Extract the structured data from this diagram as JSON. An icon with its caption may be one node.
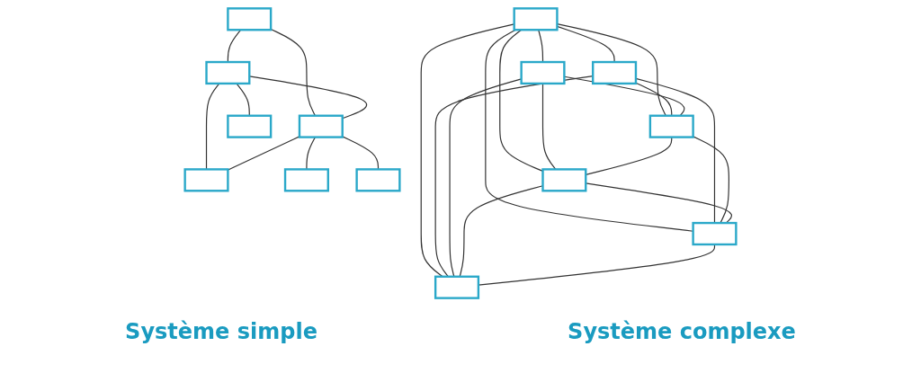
{
  "diagram": {
    "nodes": [
      {
        "text": [],
        "shape": "box"
      },
      {
        "text": [],
        "shape": "box"
      },
      {
        "text": [],
        "shape": "box"
      },
      {
        "text": [],
        "shape": "box"
      },
      {
        "text": [],
        "shape": "box"
      },
      {
        "text": [],
        "shape": "box"
      },
      {
        "text": [],
        "shape": "box"
      },
      {
        "text": [],
        "shape": "box"
      },
      {
        "text": [],
        "shape": "box"
      },
      {
        "text": [],
        "shape": "box"
      },
      {
        "text": [],
        "shape": "box"
      },
      {
        "text": [],
        "shape": "box"
      },
      {
        "text": [],
        "shape": "box"
      },
      {
        "text": [],
        "shape": "box"
      }
    ],
    "edges": [
      {
        "from": 0,
        "to": 1,
        "arrow": "none"
      },
      {
        "from": 0,
        "to": 2,
        "arrow": "none"
      },
      {
        "from": 1,
        "to": 2,
        "arrow": "none"
      },
      {
        "from": 1,
        "to": 3,
        "arrow": "none"
      },
      {
        "from": 1,
        "to": 4,
        "arrow": "none"
      },
      {
        "from": 2,
        "to": 4,
        "arrow": "none"
      },
      {
        "from": 2,
        "to": 5,
        "arrow": "none"
      },
      {
        "from": 2,
        "to": 6,
        "arrow": "none"
      },
      {
        "from": 7,
        "to": 8,
        "arrow": "none"
      },
      {
        "from": 7,
        "to": 12,
        "arrow": "none"
      },
      {
        "from": 7,
        "to": 13,
        "arrow": "none"
      },
      {
        "from": 7,
        "to": 9,
        "arrow": "none"
      },
      {
        "from": 7,
        "to": 11,
        "arrow": "none"
      },
      {
        "from": 7,
        "to": 10,
        "arrow": "none"
      },
      {
        "from": 8,
        "to": 10,
        "arrow": "none"
      },
      {
        "from": 8,
        "to": 12,
        "arrow": "none"
      },
      {
        "from": 8,
        "to": 13,
        "arrow": "none"
      },
      {
        "from": 9,
        "to": 10,
        "arrow": "none"
      },
      {
        "from": 9,
        "to": 11,
        "arrow": "none"
      },
      {
        "from": 9,
        "to": 13,
        "arrow": "none"
      },
      {
        "from": 10,
        "to": 11,
        "arrow": "none"
      },
      {
        "from": 10,
        "to": 12,
        "arrow": "none"
      },
      {
        "from": 11,
        "to": 13,
        "arrow": "none"
      },
      {
        "from": 11,
        "to": 12,
        "arrow": "none"
      },
      {
        "from": 12,
        "to": 13,
        "arrow": "none"
      }
    ],
    "labels": [
      "Système simple",
      "Système complexe"
    ]
  }
}
